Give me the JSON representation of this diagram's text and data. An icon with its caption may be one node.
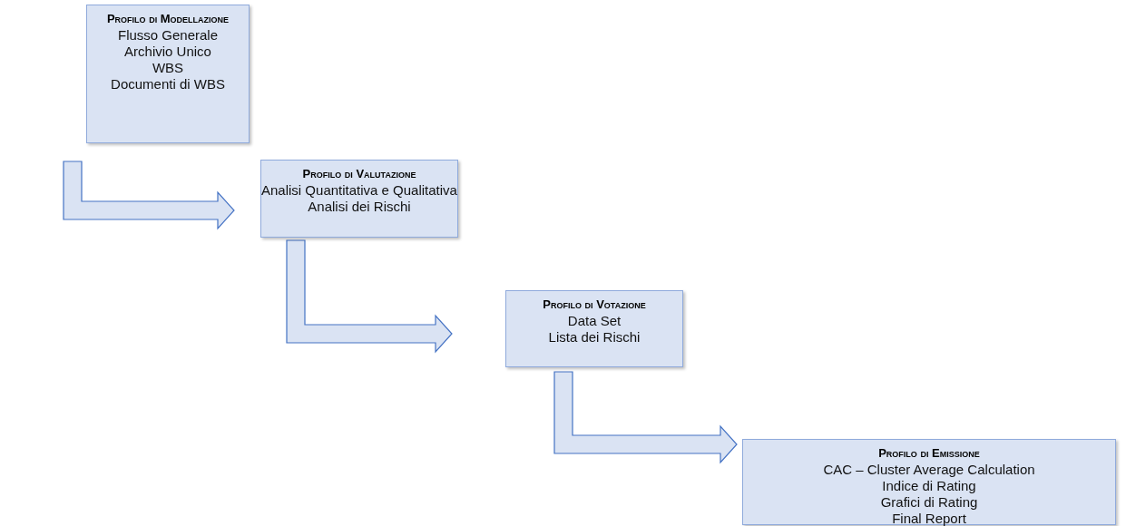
{
  "diagram": {
    "nodes": [
      {
        "text": [
          "Profilo di Modellazione",
          "Flusso Generale",
          "Archivio Unico",
          "WBS",
          "Documenti di WBS"
        ]
      },
      {
        "text": [
          "Profilo di Valutazione",
          "Analisi Quantitativa e Qualitativa",
          "Analisi dei Rischi"
        ]
      },
      {
        "text": [
          "Profilo di Votazione",
          "Data Set",
          "Lista dei Rischi"
        ]
      },
      {
        "text": [
          "Profilo di Emissione",
          "CAC – Cluster Average Calculation",
          "Indice di Rating",
          "Grafici di Rating",
          "Final Report"
        ]
      }
    ],
    "edges": [
      {
        "from": 0,
        "to": 1,
        "arrow": "to"
      },
      {
        "from": 1,
        "to": 2,
        "arrow": "to"
      },
      {
        "from": 2,
        "to": 3,
        "arrow": "to"
      }
    ]
  }
}
